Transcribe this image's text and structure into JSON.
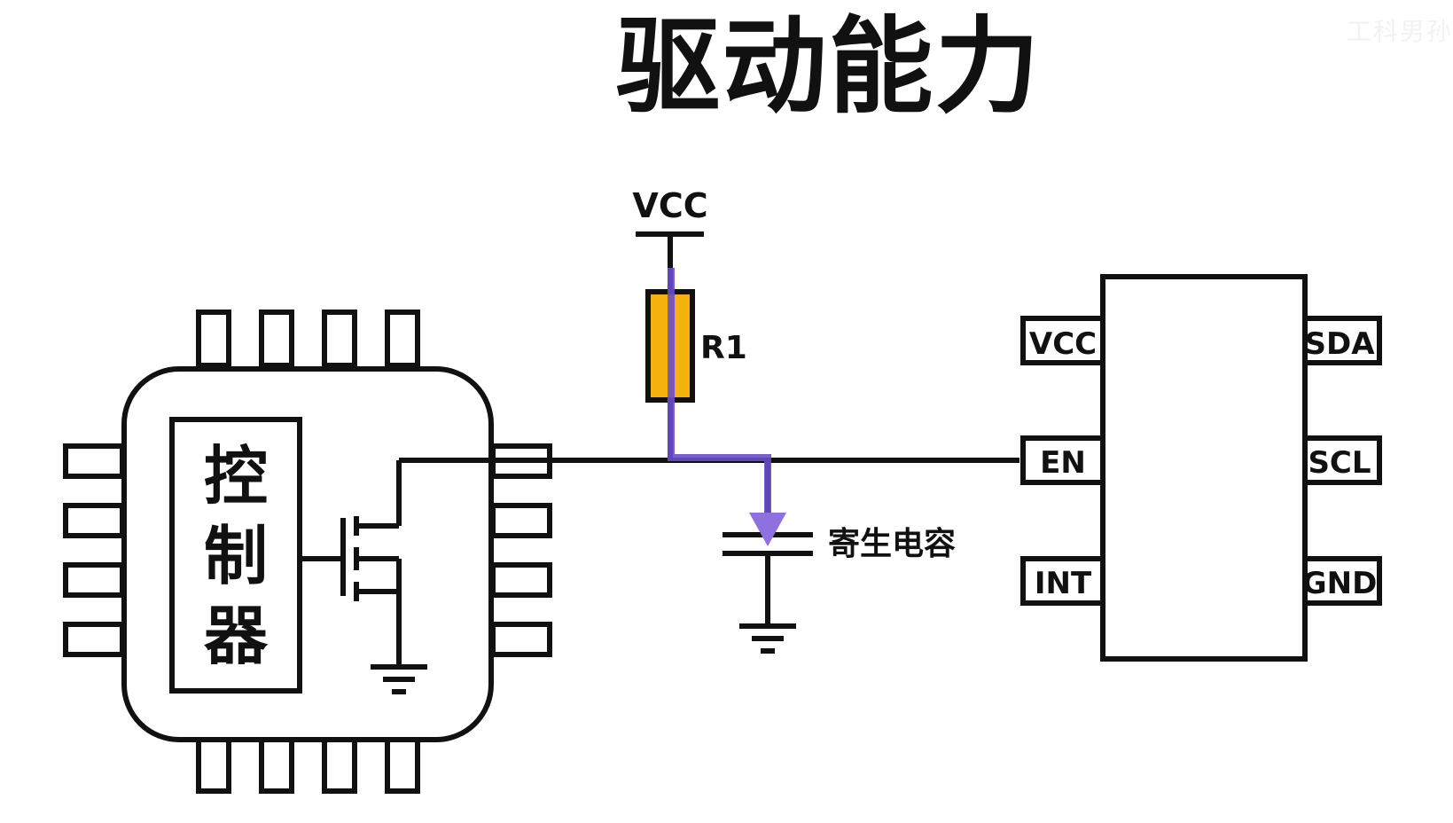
{
  "title": "驱动能力",
  "watermark": "工科男孙",
  "mcu": {
    "label_chars": [
      "控",
      "制",
      "器"
    ]
  },
  "supply": {
    "label": "VCC"
  },
  "resistor": {
    "label": "R1",
    "fill_color": "#f5b20f"
  },
  "capacitor": {
    "label": "寄生电容"
  },
  "current_path": {
    "color": "#6a4cc8"
  },
  "chip": {
    "left_pins": [
      "VCC",
      "EN",
      "INT"
    ],
    "right_pins": [
      "SDA",
      "SCL",
      "GND"
    ]
  }
}
